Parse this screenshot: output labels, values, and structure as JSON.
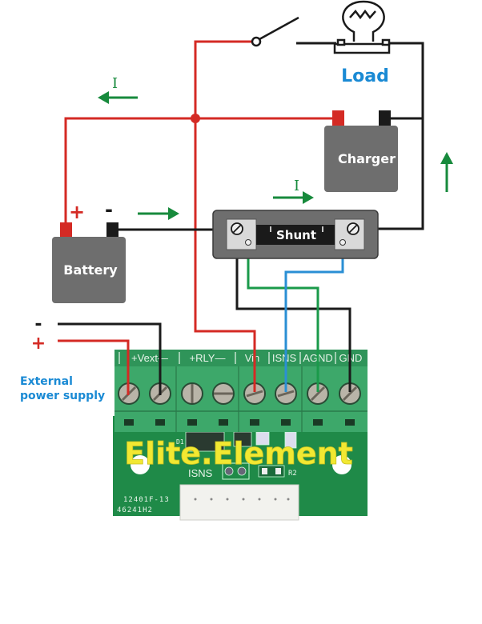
{
  "diagram": {
    "labels": {
      "load": "Load",
      "charger": "Charger",
      "battery": "Battery",
      "shunt": "Shunt",
      "current_symbol": "I",
      "battery_plus": "+",
      "battery_minus": "-",
      "ext_plus": "+",
      "ext_minus": "-",
      "external_power_line1": "External",
      "external_power_line2": "power supply"
    },
    "board": {
      "terminal_labels": [
        "+Vext—",
        "+RLY—",
        "Vin",
        "ISNS",
        "AGND",
        "GND"
      ],
      "brand": "Elite.Element",
      "silkscreen_isns": "ISNS",
      "silkscreen_d1": "D1",
      "silkscreen_r2": "R2",
      "part_number_1": "12401F-13",
      "part_number_2": "46241H2"
    },
    "colors": {
      "red_wire": "#d42a24",
      "black_wire": "#1a1a1a",
      "green_wire": "#1a9a4a",
      "blue_wire": "#2a8fd4",
      "arrow_green": "#178a3c",
      "label_blue": "#1a8ad4",
      "box_gray": "#6e6e6e",
      "pcb_green": "#1f8a48",
      "terminal_green": "#3da86a",
      "brand_yellow": "#f2e832"
    }
  }
}
